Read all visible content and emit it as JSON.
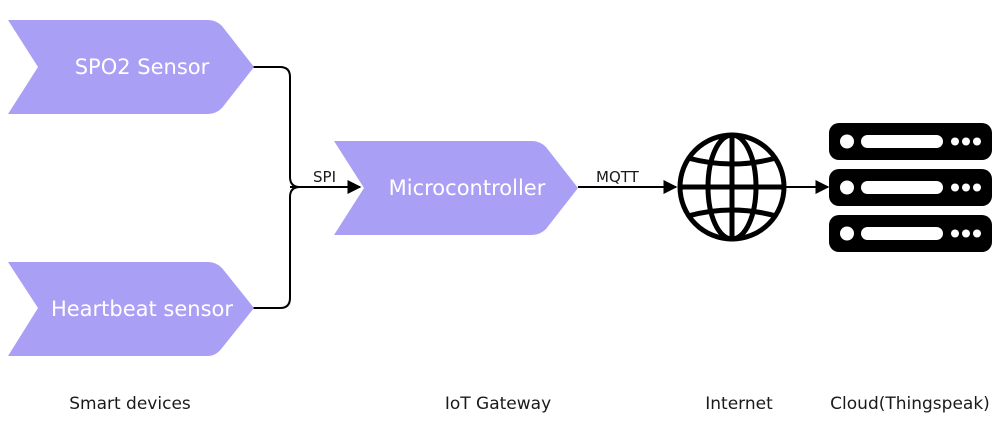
{
  "colors": {
    "node_fill": "#a9a0f5",
    "line": "#000000",
    "text_light": "#ffffff",
    "text_dark": "#1a1a1a"
  },
  "nodes": {
    "spo2": "SPO2 Sensor",
    "heartbeat": "Heartbeat sensor",
    "microcontroller": "Microcontroller"
  },
  "edges": {
    "spi": "SPI",
    "mqtt": "MQTT"
  },
  "icons": {
    "internet": "globe-icon",
    "cloud": "server-stack-icon"
  },
  "captions": {
    "smart_devices": "Smart devices",
    "iot_gateway": "IoT Gateway",
    "internet": "Internet",
    "cloud": "Cloud(Thingspeak)"
  }
}
